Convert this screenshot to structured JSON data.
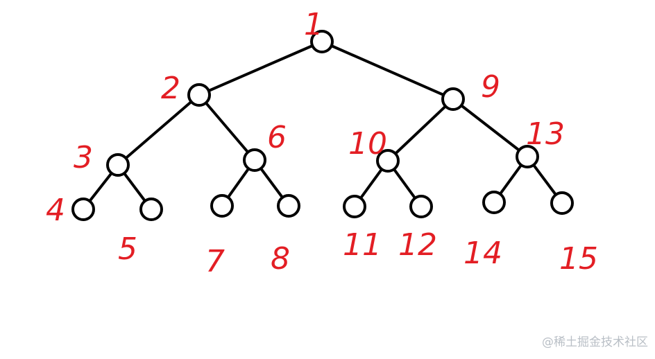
{
  "tree": {
    "nodes": [
      {
        "id": "root",
        "label": "1"
      },
      {
        "id": "L",
        "label": "2"
      },
      {
        "id": "R",
        "label": "9"
      },
      {
        "id": "LL",
        "label": "3"
      },
      {
        "id": "LR",
        "label": "6"
      },
      {
        "id": "RL",
        "label": "10"
      },
      {
        "id": "RR",
        "label": "13"
      },
      {
        "id": "LLL",
        "label": "4"
      },
      {
        "id": "LLR",
        "label": "5"
      },
      {
        "id": "LRL",
        "label": "7"
      },
      {
        "id": "LRR",
        "label": "8"
      },
      {
        "id": "RLL",
        "label": "11"
      },
      {
        "id": "RLR",
        "label": "12"
      },
      {
        "id": "RRL",
        "label": "14"
      },
      {
        "id": "RRR",
        "label": "15"
      }
    ],
    "edges": [
      [
        "root",
        "L"
      ],
      [
        "root",
        "R"
      ],
      [
        "L",
        "LL"
      ],
      [
        "L",
        "LR"
      ],
      [
        "R",
        "RL"
      ],
      [
        "R",
        "RR"
      ],
      [
        "LL",
        "LLL"
      ],
      [
        "LL",
        "LLR"
      ],
      [
        "LR",
        "LRL"
      ],
      [
        "LR",
        "LRR"
      ],
      [
        "RL",
        "RLL"
      ],
      [
        "RL",
        "RLR"
      ],
      [
        "RR",
        "RRL"
      ],
      [
        "RR",
        "RRR"
      ]
    ]
  },
  "colors": {
    "label": "#e31e24",
    "line": "#000000"
  },
  "watermark": "@稀土掘金技术社区"
}
